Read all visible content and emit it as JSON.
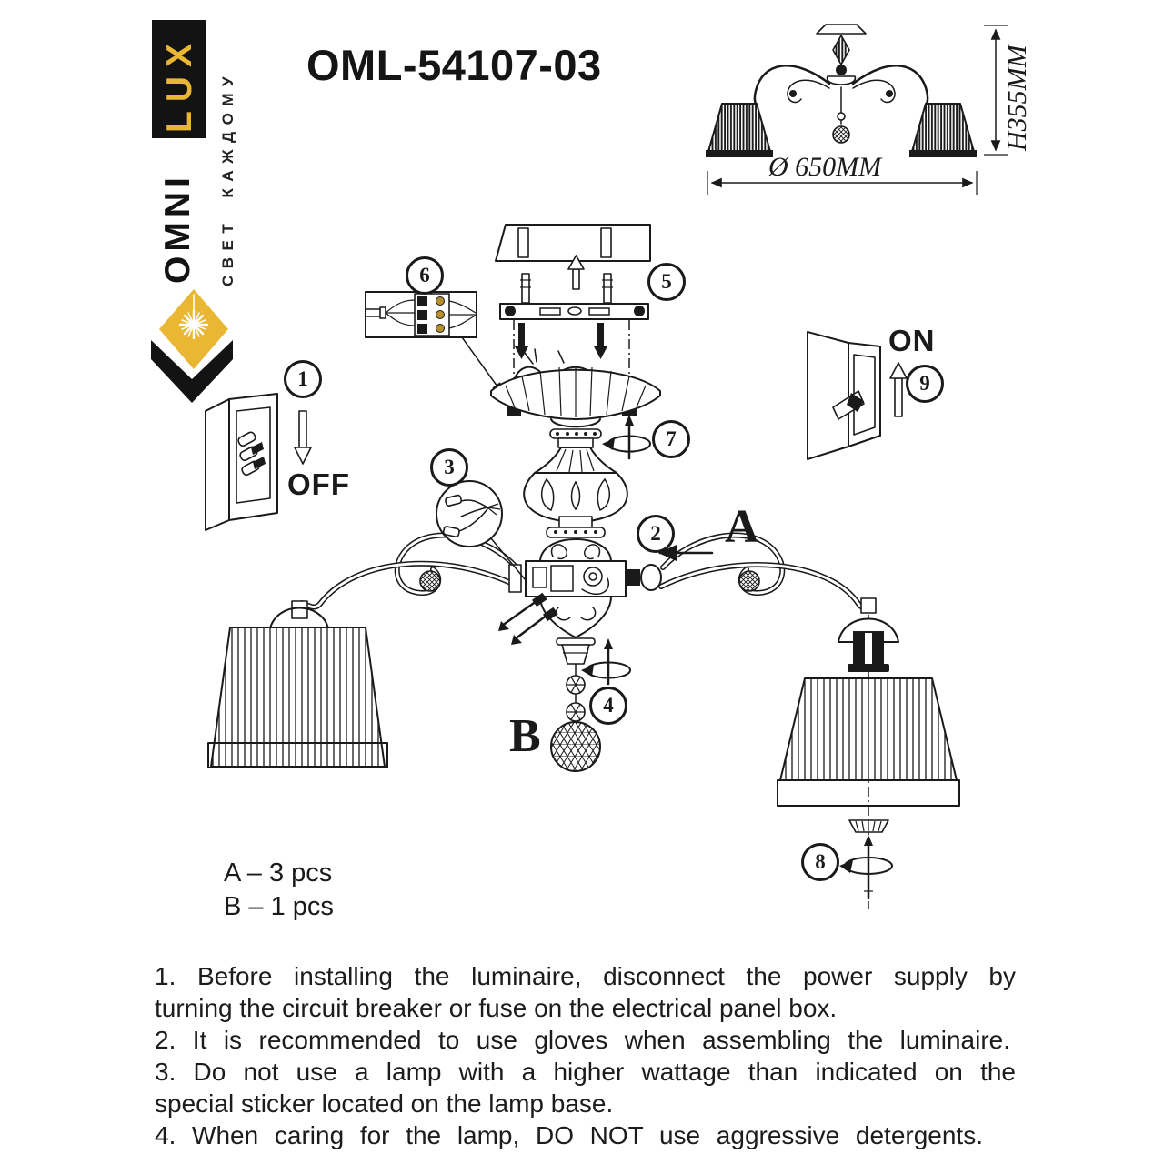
{
  "colors": {
    "yellow": "#E9B734",
    "ink": "#1A1A1A"
  },
  "logo": {
    "lux": "LUX",
    "omni": "OMNI",
    "tagline": "СВЕТ КАЖДОМУ"
  },
  "title": "OML-54107-03",
  "spec": {
    "height_label": "H355MM",
    "diameter_label": "Ø 650MM"
  },
  "panel": {
    "off": "OFF",
    "on": "ON"
  },
  "steps": [
    "1",
    "2",
    "3",
    "4",
    "5",
    "6",
    "7",
    "8",
    "9"
  ],
  "parts": {
    "arm_letter": "A",
    "pendant_letter": "B",
    "arm_qty": "A – 3 pcs",
    "pendant_qty": "B – 1 pcs"
  },
  "instructions": [
    {
      "text": "1. Before installing the luminaire, disconnect the power supply by"
    },
    {
      "text": "turning the circuit breaker or fuse on the electrical panel box."
    },
    {
      "text": "2. It is recommended to use gloves when assembling the luminaire."
    },
    {
      "text": "3. Do not use a lamp with a higher wattage than indicated on the"
    },
    {
      "text": "special sticker located on the lamp base."
    },
    {
      "text": "4. When caring for the lamp, DO NOT use aggressive detergents."
    }
  ]
}
